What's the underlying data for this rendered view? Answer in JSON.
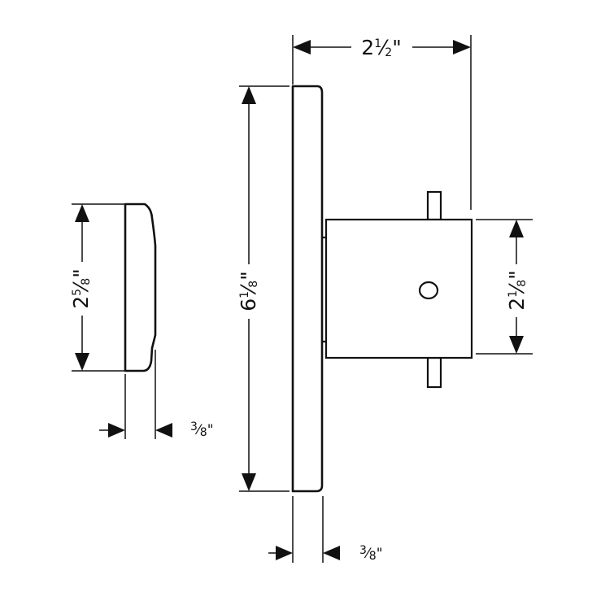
{
  "dimensions": {
    "width_overall": {
      "whole": "2",
      "num": "1",
      "den": "2",
      "unit": "\""
    },
    "height_plate": {
      "whole": "6",
      "num": "1",
      "den": "8",
      "unit": "\""
    },
    "height_body": {
      "whole": "2",
      "num": "1",
      "den": "8",
      "unit": "\""
    },
    "height_handle": {
      "whole": "2",
      "num": "5",
      "den": "8",
      "unit": "\""
    },
    "depth_handle": {
      "num": "3",
      "den": "8",
      "unit": "\""
    },
    "depth_plate": {
      "num": "3",
      "den": "8",
      "unit": "\""
    }
  }
}
